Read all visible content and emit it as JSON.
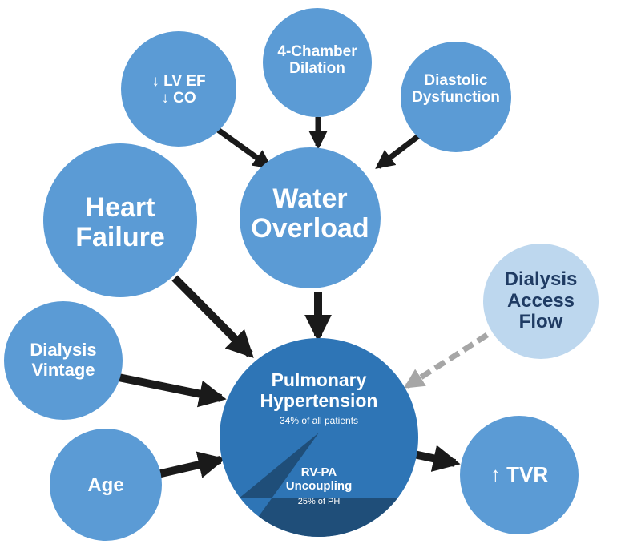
{
  "nodes": {
    "lv": {
      "line1": "↓ LV EF",
      "line2": "↓ CO"
    },
    "chamber": {
      "line1": "4-Chamber",
      "line2": "Dilation"
    },
    "diastolic": {
      "line1": "Diastolic",
      "line2": "Dysfunction"
    },
    "heart_failure": {
      "line1": "Heart",
      "line2": "Failure"
    },
    "water_overload": {
      "line1": "Water",
      "line2": "Overload"
    },
    "access_flow": {
      "line1": "Dialysis",
      "line2": "Access",
      "line3": "Flow"
    },
    "vintage": {
      "line1": "Dialysis",
      "line2": "Vintage"
    },
    "age": {
      "label": "Age"
    },
    "ph": {
      "line1": "Pulmonary",
      "line2": "Hypertension",
      "note": "34% of all patients"
    },
    "rvpa": {
      "line1": "RV-PA",
      "line2": "Uncoupling",
      "note": "25% of PH"
    },
    "tvr": {
      "label": "↑ TVR"
    }
  },
  "colors": {
    "node": "#5b9bd5",
    "node_light": "#bdd7ee",
    "ph": "#2e75b6",
    "rvpa": "#1f4e79",
    "arrow": "#1a1a1a",
    "dashed_arrow": "#a6a6a6",
    "light_text": "#1f3b63"
  }
}
